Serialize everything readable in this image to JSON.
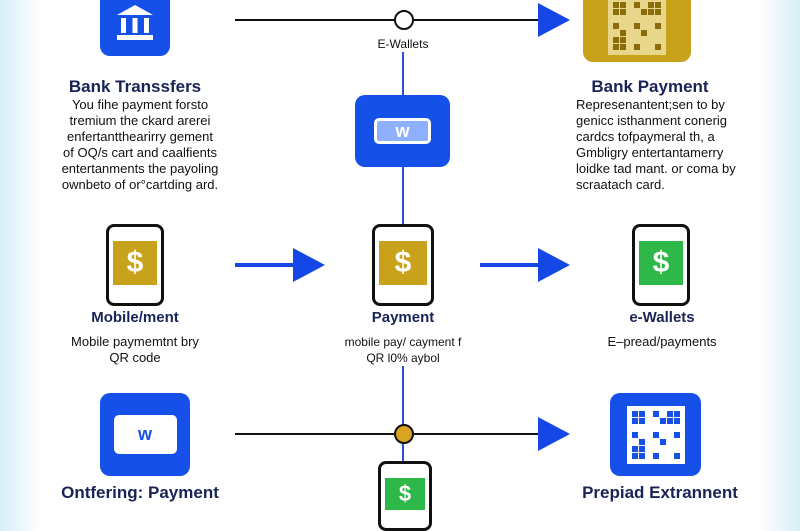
{
  "top": {
    "center_label": "E-Wallets"
  },
  "left_top": {
    "title": "Bank Transsfers",
    "desc": [
      "You fihe payment  forsto",
      "tremium the ckard arerei",
      "enfertantthearirry gement",
      "of OQ/s cart and caalfients",
      "entertanments the payoling",
      "ownbeto of or°cartding ard."
    ]
  },
  "right_top": {
    "title": "Bank  Payment",
    "desc": [
      "Represenantent;sen to by",
      "genicc isthanment conerig",
      "cardcs tofpaymeral  th, a",
      "Gmbligry entertantamerry",
      "loidke tad mant. or coma by",
      "scraatach card."
    ]
  },
  "row2": [
    {
      "title": "Mobile/ment",
      "desc": [
        "Mobile paymemtnt bry",
        "QR code"
      ],
      "symbol": "$",
      "color": "#c9a21b"
    },
    {
      "title": "Payment",
      "desc": [
        "mobile pay/ cayment f",
        "QR l0% aybol"
      ],
      "symbol": "$",
      "color": "#c9a21b"
    },
    {
      "title": "e-Wallets",
      "desc": [
        "E–pread/payments"
      ],
      "symbol": "$",
      "color": "#2fb84a"
    }
  ],
  "bottom": {
    "left_title": "Ontfering: Payment",
    "right_title": "Prepiad Extrannent",
    "phone_symbol": "$"
  },
  "colors": {
    "blue": "#1550e8",
    "gold": "#c9a21b",
    "green": "#2fb84a"
  }
}
